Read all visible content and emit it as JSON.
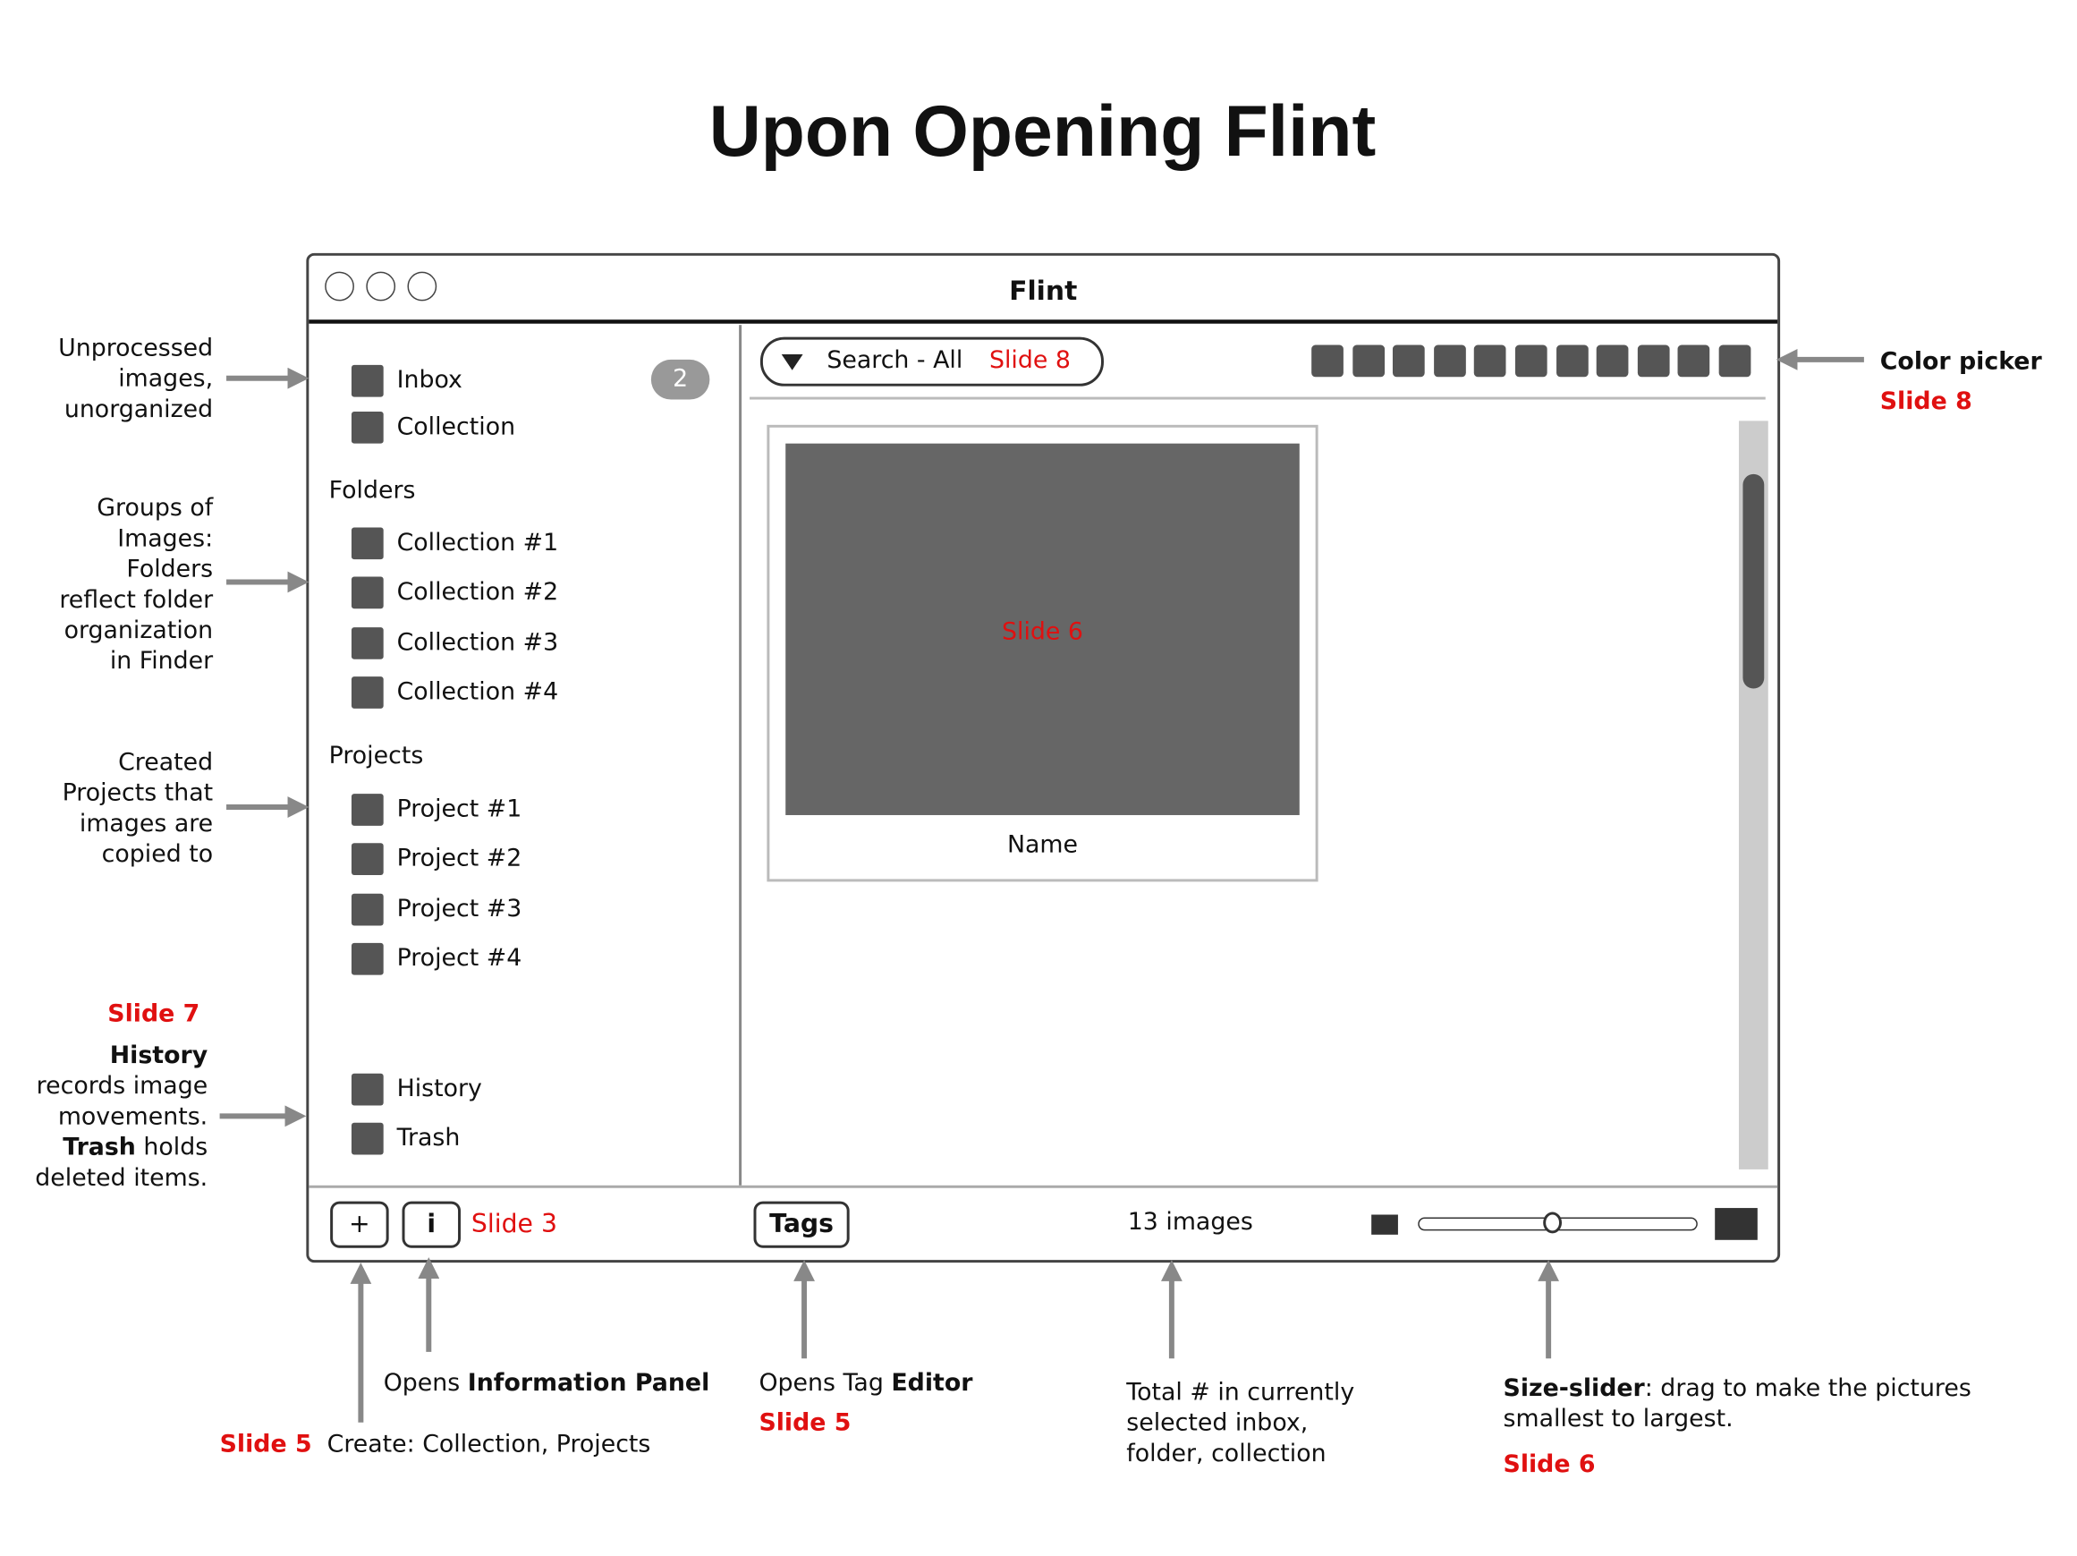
{
  "title": "Upon Opening Flint",
  "window": {
    "title": "Flint",
    "sidebar": {
      "top_items": [
        {
          "label": "Inbox",
          "badge": "2"
        },
        {
          "label": "Collection"
        }
      ],
      "folders_header": "Folders",
      "folders": [
        "Collection #1",
        "Collection #2",
        "Collection #3",
        "Collection #4"
      ],
      "projects_header": "Projects",
      "projects": [
        "Project #1",
        "Project #2",
        "Project #3",
        "Project #4"
      ],
      "bottom_items": [
        "History",
        "Trash"
      ]
    },
    "search": {
      "label": "Search - All",
      "slide": "Slide 8"
    },
    "color_swatch_count": 11,
    "thumbnail": {
      "slide": "Slide 6",
      "name": "Name"
    },
    "bottom_bar": {
      "add_label": "+",
      "info_label": "i",
      "slide": "Slide 3",
      "tags_label": "Tags",
      "count": "13 images",
      "size_slider_value": 0.48
    }
  },
  "annotations": {
    "inbox": [
      "Unprocessed",
      "images,",
      "unorganized"
    ],
    "folders": [
      "Groups of",
      "Images:",
      "Folders",
      "reflect folder",
      "organization",
      "in Finder"
    ],
    "projects": [
      "Created",
      "Projects that",
      "images are",
      "copied to"
    ],
    "history": {
      "slide": "Slide 7",
      "l1": "History",
      "l2": "records image",
      "l3": "movements.",
      "l4_bold": "Trash",
      "l4": " holds",
      "l5": "deleted items."
    },
    "color_picker": {
      "label": "Color picker",
      "slide": "Slide 8"
    },
    "info": {
      "pre": "Opens ",
      "bold": "Information Panel"
    },
    "create": {
      "slide": "Slide 5",
      "text": "Create: Collection, Projects"
    },
    "tags": {
      "pre": "Opens Tag ",
      "bold": "Editor",
      "slide": "Slide 5"
    },
    "total": [
      "Total # in currently",
      "selected inbox,",
      "folder, collection"
    ],
    "size": {
      "bold": "Size-slider",
      "l1": ": drag to make the pictures",
      "l2": "smallest to largest.",
      "slide": "Slide 6"
    }
  }
}
